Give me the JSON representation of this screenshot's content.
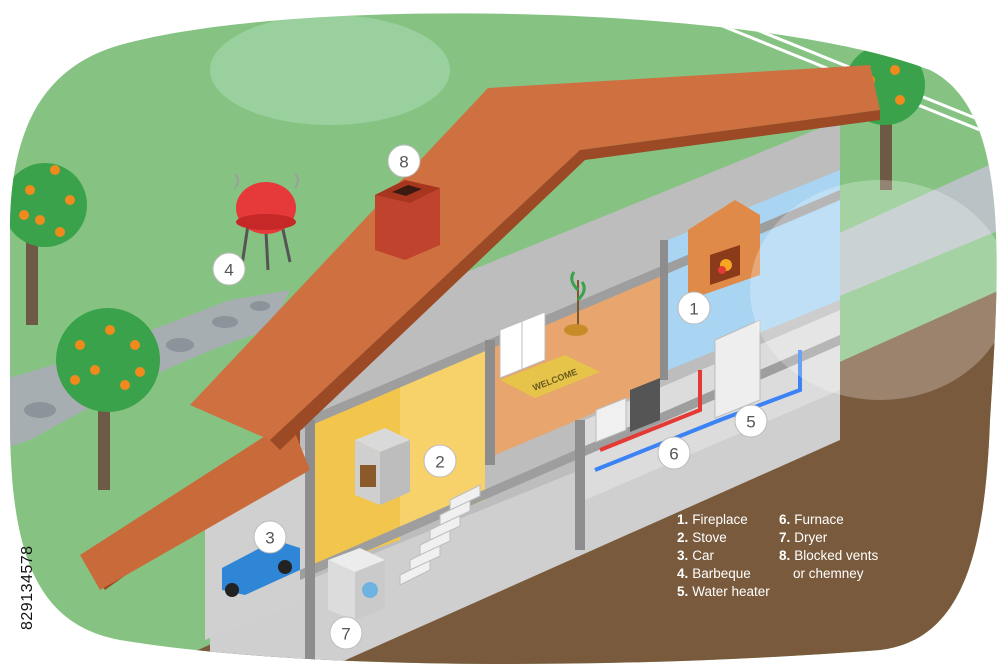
{
  "badges": [
    "1",
    "2",
    "3",
    "4",
    "5",
    "6",
    "7",
    "8"
  ],
  "legend_left": [
    {
      "num": "1.",
      "label": "Fireplace"
    },
    {
      "num": "2.",
      "label": "Stove"
    },
    {
      "num": "3.",
      "label": "Car"
    },
    {
      "num": "4.",
      "label": "Barbeque"
    },
    {
      "num": "5.",
      "label": "Water heater"
    }
  ],
  "legend_right": [
    {
      "num": "6.",
      "label": "Furnace"
    },
    {
      "num": "7.",
      "label": "Dryer"
    },
    {
      "num": "8.",
      "label": "Blocked vents",
      "label_cont": "or chemney"
    }
  ],
  "mat_text": "WELCOME",
  "stock_id": "829134578",
  "colors": {
    "grass": "#7fbf7a",
    "path": "#9aa3a8",
    "soil": "#7a5a3c",
    "roof": "#c96a3a",
    "roof_edge": "#9c4a25",
    "wall_yellow": "#f7d26a",
    "wall_peach": "#e8a56d",
    "wall_blue": "#a9d4f2",
    "interior_gray": "#c8c8c8",
    "badge_fill": "#ffffff"
  }
}
